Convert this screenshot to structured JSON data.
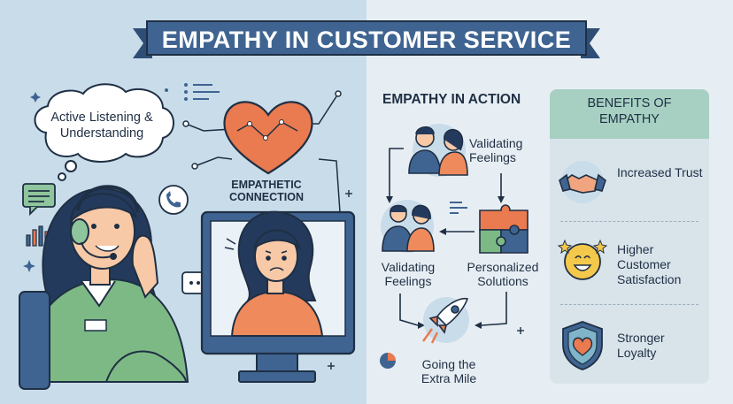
{
  "title": "EMPATHY IN CUSTOMER SERVICE",
  "left_panel": {
    "bubble_text": "Active Listening & Understanding",
    "heart_label": "EMPATHETIC CONNECTION"
  },
  "action": {
    "title": "EMPATHY IN ACTION",
    "steps": [
      {
        "label": "Validating Feelings",
        "icon": "people-comfort-icon"
      },
      {
        "label": "Personalized Solutions",
        "icon": "puzzle-icon"
      },
      {
        "label": "Validating Feelings",
        "icon": "people-hug-icon"
      },
      {
        "label": "Going the Extra Mile",
        "icon": "rocket-icon"
      }
    ]
  },
  "benefits": {
    "title": "BENEFITS OF EMPATHY",
    "items": [
      {
        "label": "Increased Trust",
        "icon": "handshake-icon"
      },
      {
        "label": "Higher Customer Satisfaction",
        "icon": "smiley-stars-icon"
      },
      {
        "label": "Stronger Loyalty",
        "icon": "heart-shield-icon"
      }
    ]
  },
  "colors": {
    "ribbon": "#3f6491",
    "heart": "#ea7a4f",
    "agent_shirt": "#7db985",
    "customer_shirt": "#ef8a5c",
    "benefits_header": "#a7d0c2",
    "outline": "#1f2f44"
  }
}
